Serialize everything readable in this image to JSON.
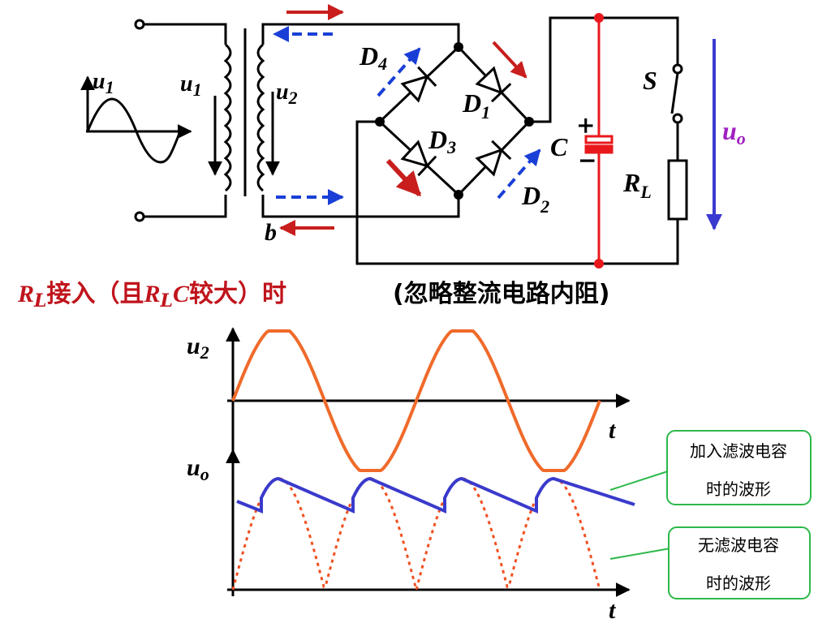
{
  "circuit": {
    "u1_source": "u",
    "u1_source_sub": "1",
    "u1_primary": "u",
    "u1_primary_sub": "1",
    "u2_secondary": "u",
    "u2_secondary_sub": "2",
    "d4": "D",
    "d4_sub": "4",
    "d1": "D",
    "d1_sub": "1",
    "d3": "D",
    "d3_sub": "3",
    "d2": "D",
    "d2_sub": "2",
    "capacitor": "C",
    "cap_plus": "+",
    "cap_minus": "−",
    "switch": "S",
    "load": "R",
    "load_sub": "L",
    "node_b": "b",
    "output": "u",
    "output_sub": "o"
  },
  "caption": {
    "r": "R",
    "r_sub": "L",
    "text1": "接入（且",
    "rc_r": "R",
    "rc_sub": "L",
    "rc_c": "C",
    "text2": "较大）时",
    "note": "(忽略整流电路内阻)"
  },
  "colors": {
    "wire": "#000000",
    "capacitor_branch": "#e8181c",
    "arrow_red": "#c81e1e",
    "arrow_blue": "#1a3fd6",
    "output_arrow": "#3a3ad0",
    "u2_wave": "#f06a2a",
    "filtered_wave": "#3a3acc",
    "unfiltered_wave": "#f05020",
    "callout_border": "#2db84a"
  },
  "chart_data": {
    "type": "line",
    "top_axis": {
      "ylabel": "u",
      "ylabel_sub": "2",
      "xlabel": "t"
    },
    "bottom_axis": {
      "ylabel": "u",
      "ylabel_sub": "o",
      "xlabel": "t"
    },
    "series": [
      {
        "name": "u2",
        "shape": "sine",
        "periods": 2
      },
      {
        "name": "无滤波电容时的波形",
        "shape": "full-wave-rectified",
        "humps": 4
      },
      {
        "name": "加入滤波电容时的波形",
        "shape": "sawtooth-ripple",
        "humps": 4
      }
    ],
    "callouts": [
      {
        "line1": "加入滤波电容",
        "line2": "时的波形"
      },
      {
        "line1": "无滤波电容",
        "line2": "时的波形"
      }
    ]
  }
}
